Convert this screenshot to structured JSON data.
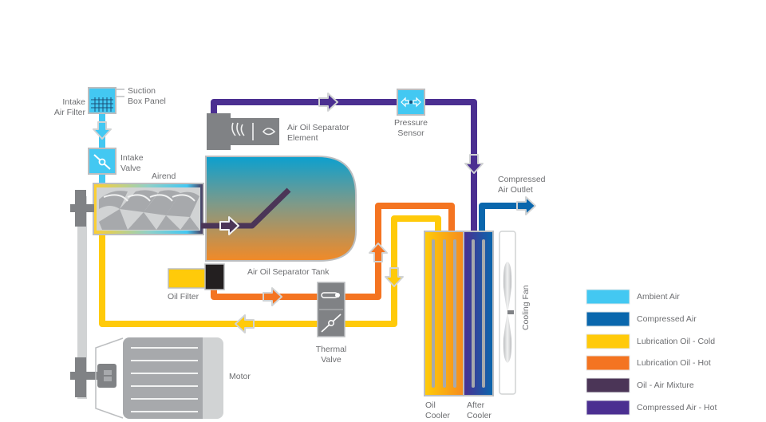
{
  "title": "Air Compressor Flow Diagram",
  "colors": {
    "ambient_air": "#43c8f2",
    "compressed_air": "#0a67ad",
    "oil_cold": "#ffca0a",
    "oil_hot": "#f47421",
    "oil_air_mixture": "#4b3557",
    "compressed_air_hot": "#4b2f91",
    "component_gray": "#808285",
    "light_gray": "#d1d3d4"
  },
  "labels": {
    "suction_line1": "Suction",
    "suction_line2": "Box Panel",
    "intake_filter_line1": "Intake",
    "intake_filter_line2": "Air Filter",
    "intake_valve_line1": "Intake",
    "intake_valve_line2": "Valve",
    "airend": "Airend",
    "separator_element_line1": "Air Oil Separator",
    "separator_element_line2": "Element",
    "pressure_sensor_line1": "Pressure",
    "pressure_sensor_line2": "Sensor",
    "compressed_outlet_line1": "Compressed",
    "compressed_outlet_line2": "Air Outlet",
    "separator_tank": "Air Oil Separator Tank",
    "oil_filter": "Oil Filter",
    "thermal_valve_line1": "Thermal",
    "thermal_valve_line2": "Valve",
    "motor": "Motor",
    "oil_cooler_line1": "Oil",
    "oil_cooler_line2": "Cooler",
    "after_cooler_line1": "After",
    "after_cooler_line2": "Cooler",
    "cooling_fan": "Cooling Fan"
  },
  "legend": [
    {
      "label": "Ambient Air",
      "color": "#43c8f2"
    },
    {
      "label": "Compressed Air",
      "color": "#0a67ad"
    },
    {
      "label": "Lubrication Oil - Cold",
      "color": "#ffca0a"
    },
    {
      "label": "Lubrication Oil - Hot",
      "color": "#f47421"
    },
    {
      "label": "Oil - Air Mixture",
      "color": "#4b3557"
    },
    {
      "label": "Compressed Air - Hot",
      "color": "#4b2f91"
    }
  ]
}
